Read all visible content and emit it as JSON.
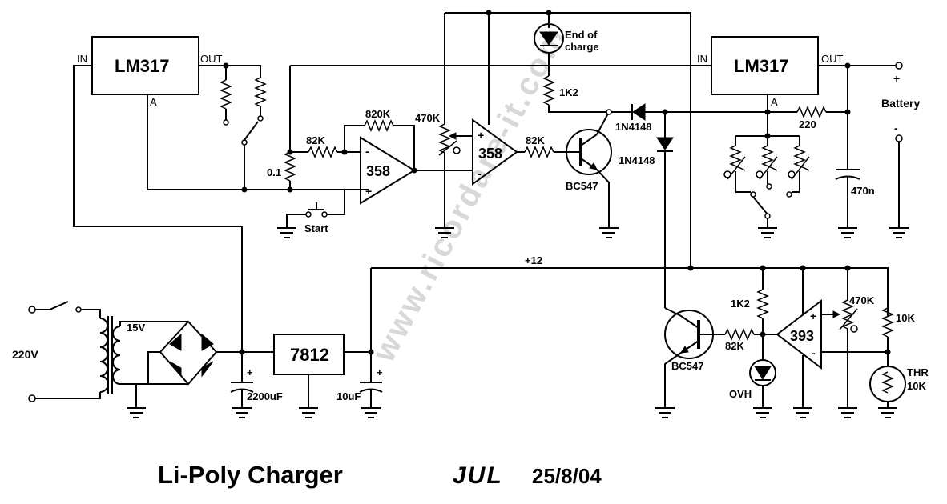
{
  "title": "Li-Poly  Charger",
  "author": "JUL",
  "date": "25/8/04",
  "watermark": "www.ricordare-it.com",
  "components": {
    "reg_left": "LM317",
    "reg_right": "LM317",
    "reg_7812": "7812",
    "opamp1": "358",
    "opamp2": "358",
    "comparator": "393",
    "q1": "BC547",
    "q2": "BC547",
    "d1": "1N4148",
    "d2": "1N4148",
    "led_eoc_line1": "End of",
    "led_eoc_line2": "charge",
    "led_ovh": "OVH",
    "r_820k": "820K",
    "r_82k_a": "82K",
    "r_82k_b": "82K",
    "r_82k_c": "82K",
    "r_470k_a": "470K",
    "r_470k_b": "470K",
    "r_0_1": "0.1",
    "r_1k2_a": "1K2",
    "r_1k2_b": "1K2",
    "r_220": "220",
    "r_10k": "10K",
    "c_470n": "470n",
    "c_2200": "2200uF",
    "c_10u": "10uF",
    "thr_line1": "THR",
    "thr_line2": "10K",
    "start": "Start",
    "battery": "Battery",
    "v220": "220V",
    "v15": "15V",
    "v12": "+12",
    "plus": "+",
    "minus": "-",
    "pin_in": "IN",
    "pin_out": "OUT",
    "pin_a": "A"
  }
}
